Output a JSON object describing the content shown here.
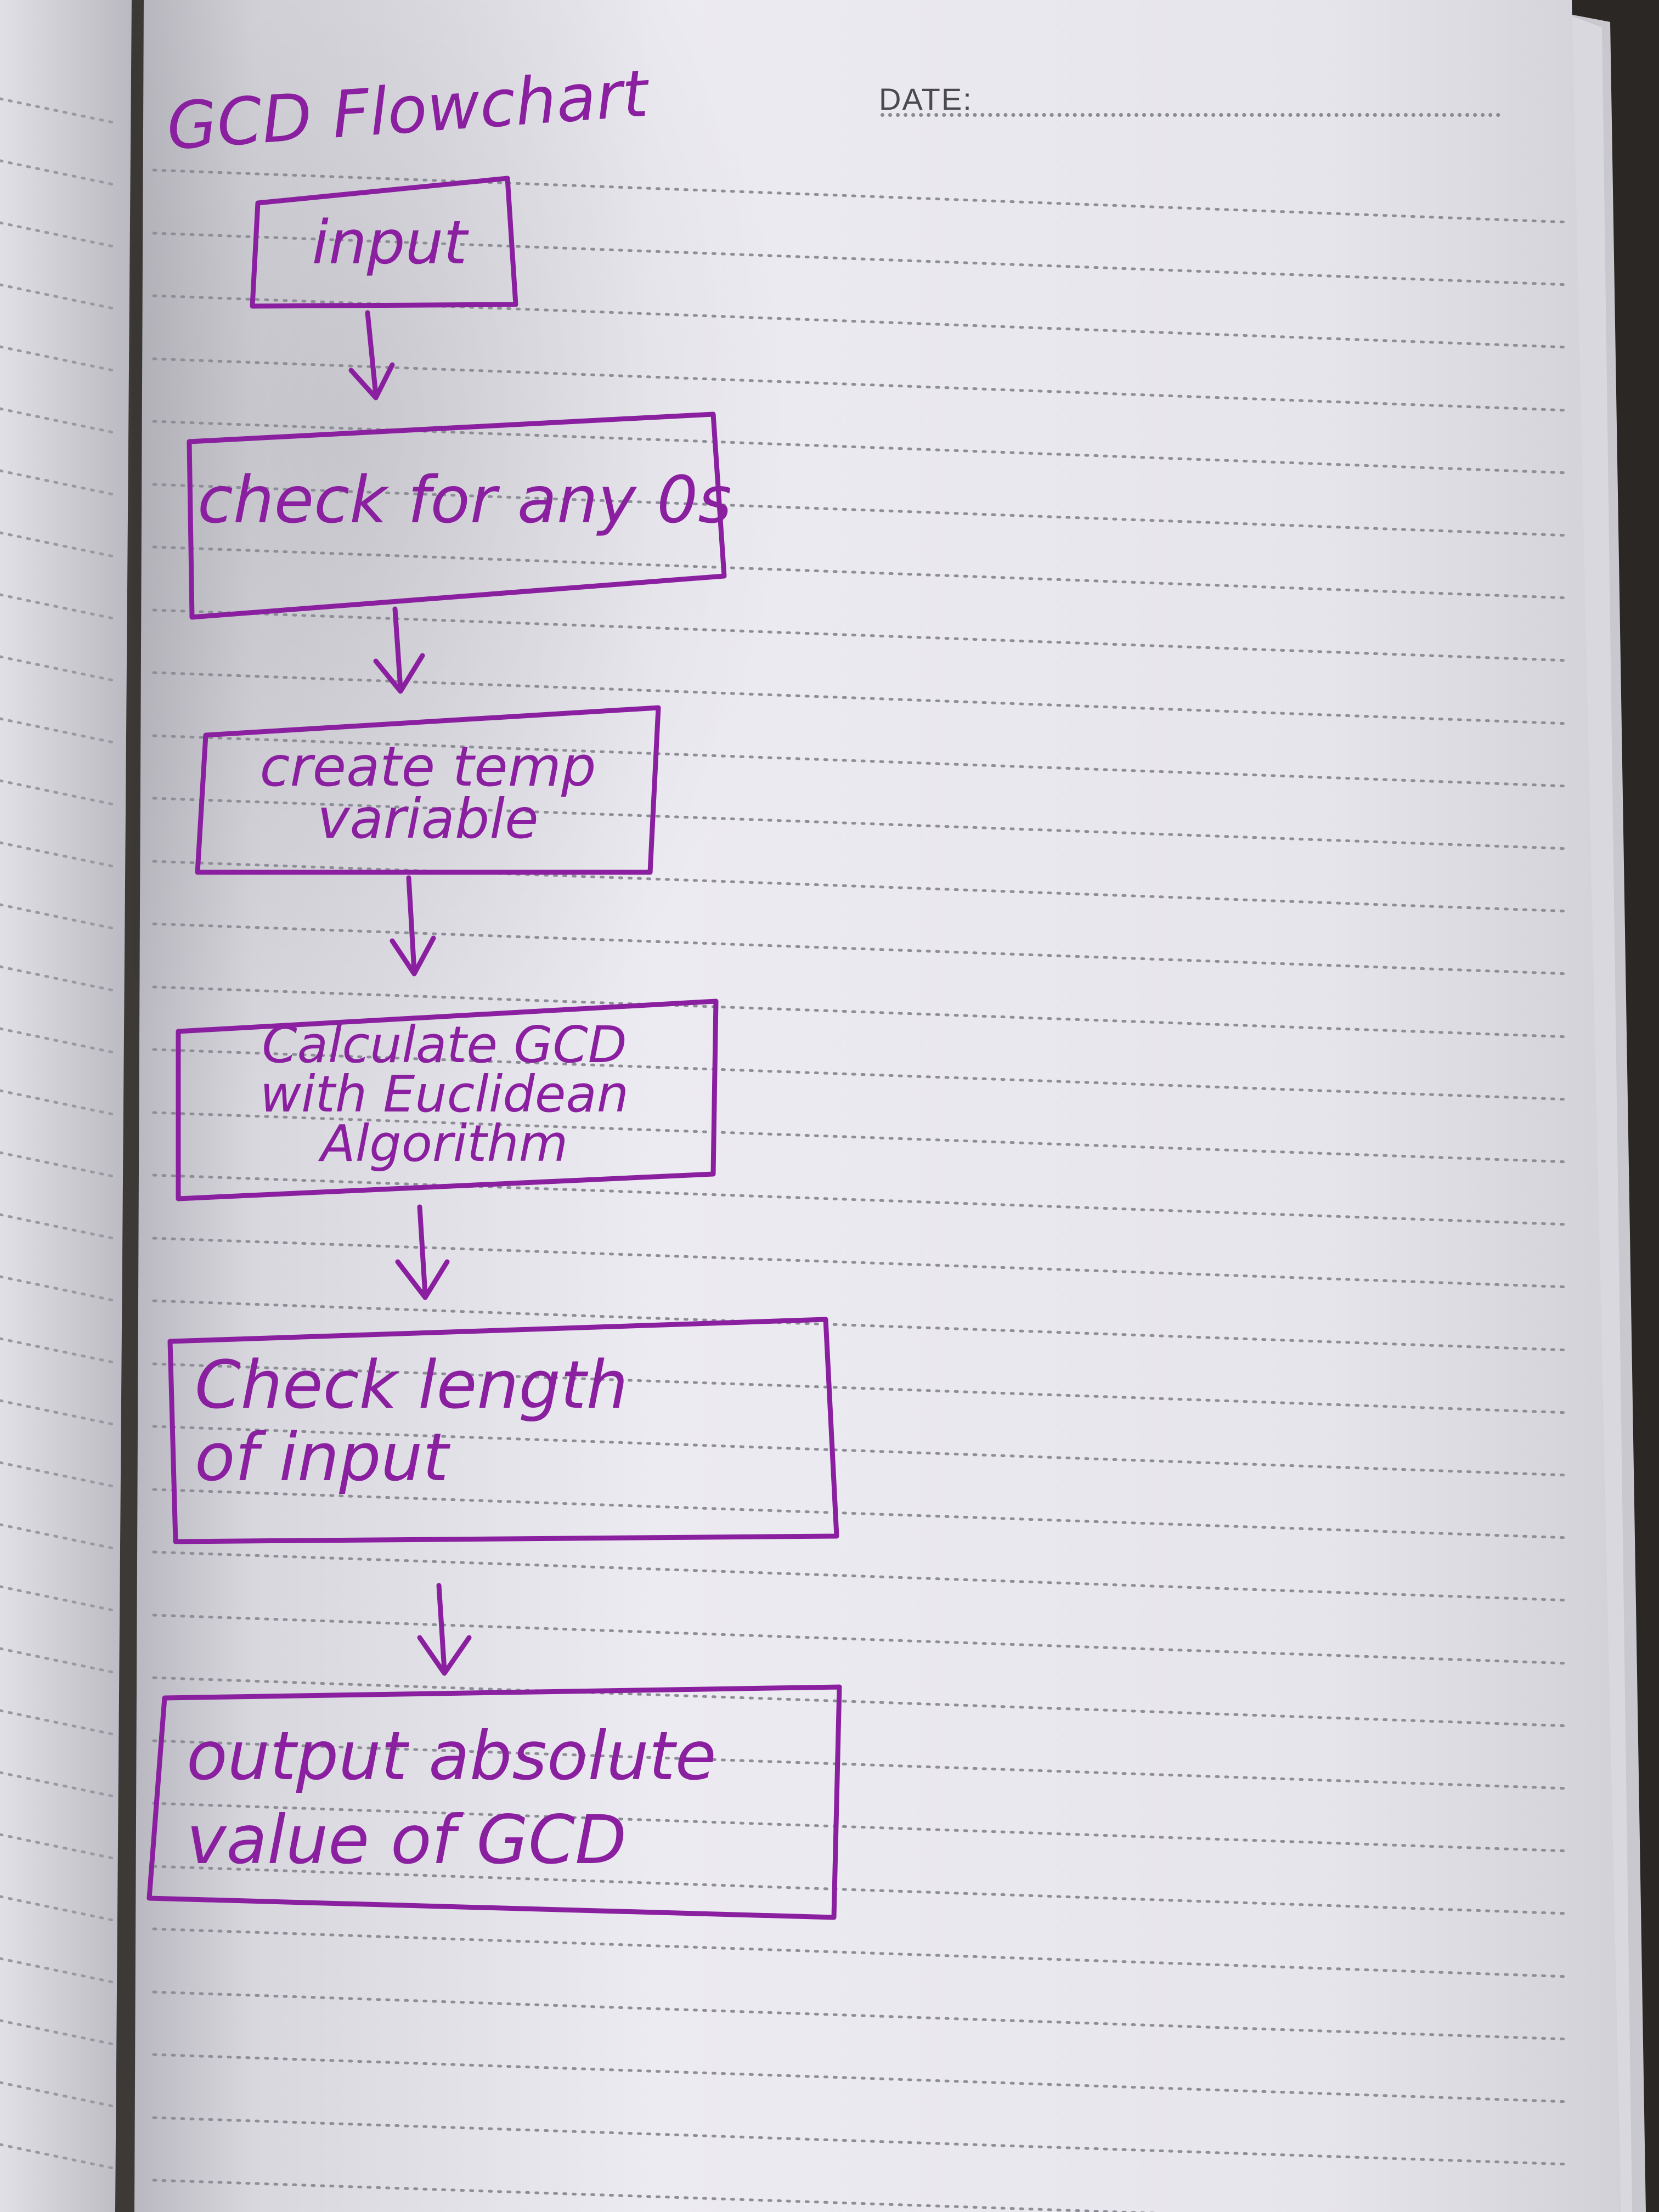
{
  "page": {
    "date_label": "DATE:",
    "title": "GCD Flowchart"
  },
  "flowchart": {
    "steps": [
      {
        "label": "input"
      },
      {
        "label": "check for any 0s"
      },
      {
        "label": "create temp\nvariable"
      },
      {
        "label": "Calculate GCD\nwith Euclidean\nAlgorithm"
      },
      {
        "label": "Check length\nof input"
      },
      {
        "label": "output absolute\nvalue of GCD"
      }
    ],
    "arrow_count": 5
  },
  "colors": {
    "ink": "#8a1fa0",
    "paper": "#e9e8ee",
    "rule": "#8e8e98",
    "binding": "#2b2724"
  }
}
